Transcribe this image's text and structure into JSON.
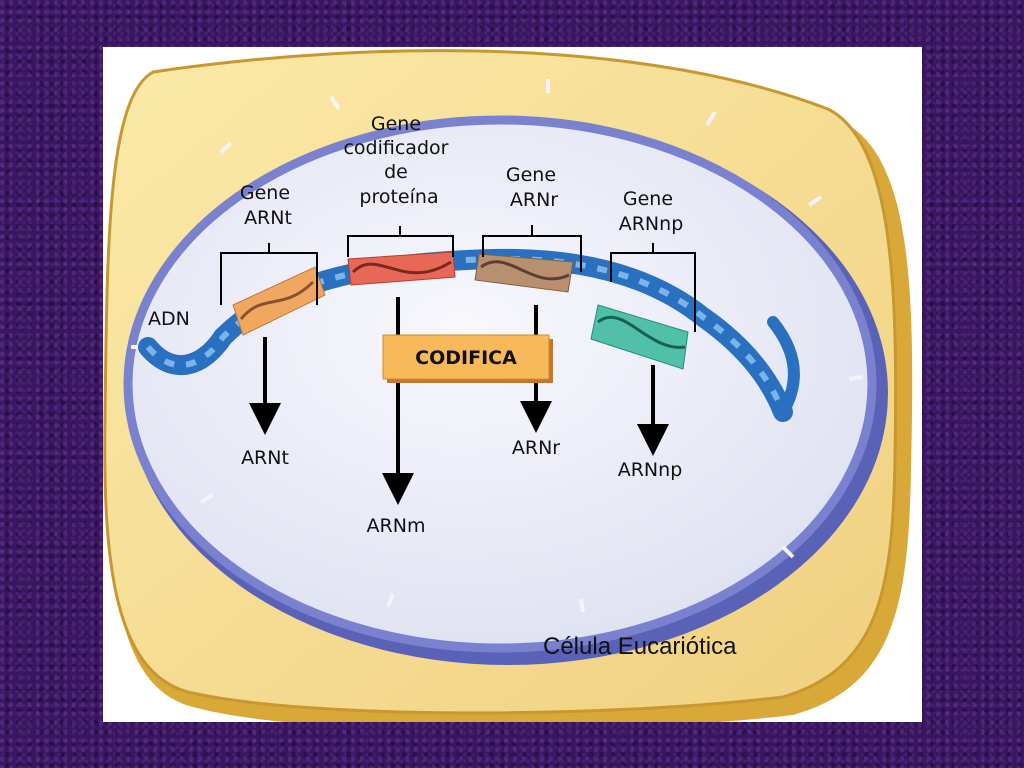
{
  "cell_label": "Célula Eucariótica",
  "dna_label": "ADN",
  "central_label": "CODIFICA",
  "genes": [
    {
      "id": "trna",
      "title_lines": [
        "Gene",
        "ARNt"
      ],
      "product": "ARNt",
      "color": "#f0a860"
    },
    {
      "id": "mrna",
      "title_lines": [
        "Gene",
        "codificador",
        "de",
        "proteína"
      ],
      "product": "ARNm",
      "color": "#e86858"
    },
    {
      "id": "rrna",
      "title_lines": [
        "Gene",
        "ARNr"
      ],
      "product": "ARNr",
      "color": "#b89070"
    },
    {
      "id": "snrna",
      "title_lines": [
        "Gene",
        "ARNnp"
      ],
      "product": "ARNnp",
      "color": "#50c0a8"
    }
  ],
  "colors": {
    "cytoplasm": "#f4dc94",
    "cytoplasm_edge": "#c89830",
    "nucleus": "#eceef8",
    "nuclear_membrane": "#7a82d0",
    "dna": "#2a70c0",
    "codifica_box": "#f7b95a"
  }
}
